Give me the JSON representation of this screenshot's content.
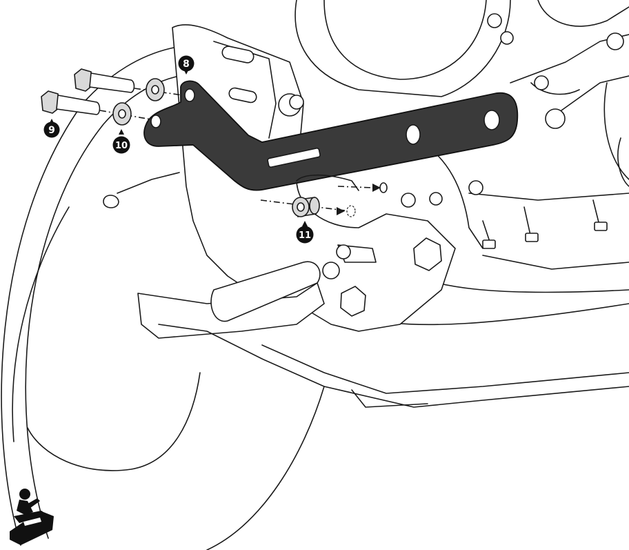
{
  "callouts": [
    {
      "id": "8",
      "label": "8"
    },
    {
      "id": "9",
      "label": "9"
    },
    {
      "id": "10",
      "label": "10"
    },
    {
      "id": "11",
      "label": "11"
    }
  ],
  "colors": {
    "line": "#1a1a1a",
    "bracket": "#3a3a3a",
    "callout_fill": "#111111",
    "background": "#ffffff"
  },
  "icons": {
    "corner_mark": "mechanic-icon"
  }
}
